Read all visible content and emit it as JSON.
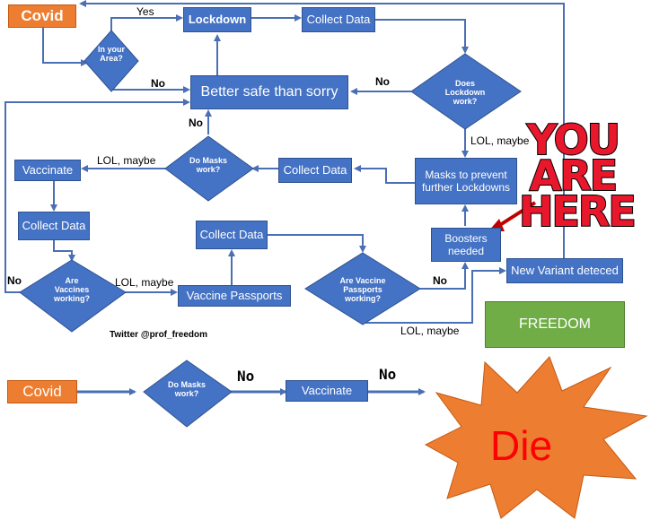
{
  "nodes": {
    "covid_top": "Covid",
    "in_your_area": "In your Area?",
    "lockdown": "Lockdown",
    "collect_data_1": "Collect Data",
    "better_safe": "Better safe than sorry",
    "does_lockdown_work": "Does Lockdown work?",
    "masks_prevent": "Masks to prevent further Lockdowns",
    "collect_data_2": "Collect Data",
    "do_masks_work": "Do Masks work?",
    "vaccinate": "Vaccinate",
    "collect_data_3": "Collect Data",
    "are_vaccines_working": "Are Vaccines working?",
    "vaccine_passports": "Vaccine Passports",
    "collect_data_4": "Collect Data",
    "are_passports_working": "Are Vaccine Passports working?",
    "boosters_needed": "Boosters needed",
    "new_variant": "New Variant deteced",
    "freedom": "FREEDOM",
    "covid_bottom": "Covid",
    "do_masks_work_bottom": "Do Masks work?",
    "vaccinate_bottom": "Vaccinate",
    "die": "Die"
  },
  "edge_labels": {
    "yes": "Yes",
    "no_area": "No",
    "no_lockdown": "No",
    "lol_maybe_lockdown": "LOL, maybe",
    "no_masks": "No",
    "lol_maybe_masks": "LOL, maybe",
    "no_vaccines": "No",
    "lol_maybe_vaccines": "LOL, maybe",
    "no_passports": "No",
    "lol_maybe_passports": "LOL, maybe",
    "no_bottom_1": "No",
    "no_bottom_2": "No"
  },
  "overlay": {
    "you_are_here": [
      "YOU",
      "ARE",
      "HERE"
    ],
    "credit": "Twitter @prof_freedom"
  },
  "colors": {
    "node_blue": "#4472c4",
    "start_orange": "#ed7d31",
    "freedom_green": "#70ad47",
    "burst_orange": "#ed7d31",
    "you_are_here_red": "#e8172b",
    "die_red": "#ff0000",
    "edge_blue": "#4a6fb5"
  }
}
